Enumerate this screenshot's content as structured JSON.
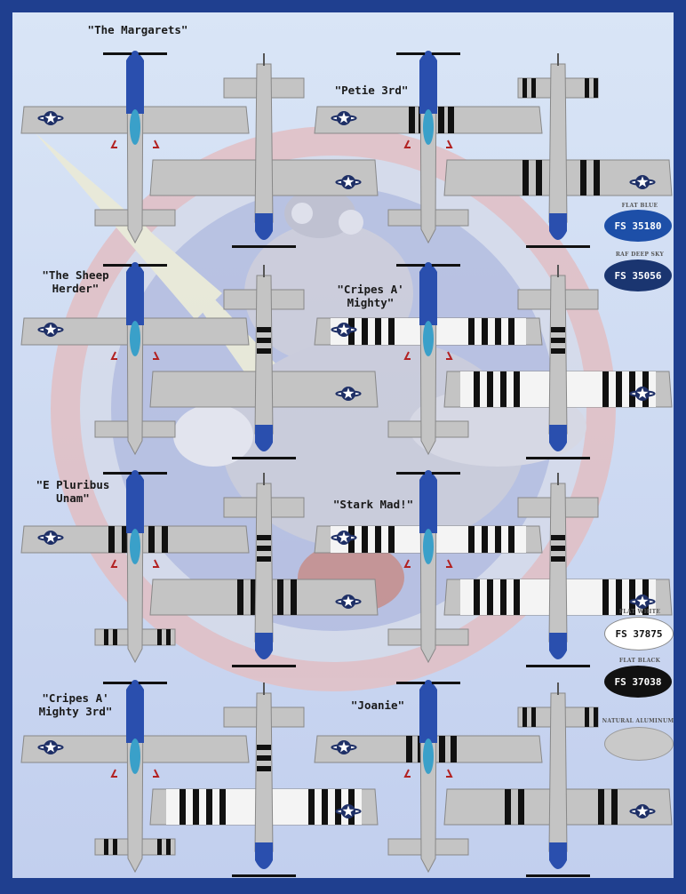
{
  "markings": [
    {
      "id": "m1",
      "title": "\"The Margarets\""
    },
    {
      "id": "m2",
      "title": "\"Petie 3rd\""
    },
    {
      "id": "m3",
      "title": "\"The Sheep\nHerder\""
    },
    {
      "id": "m4",
      "title": "\"Cripes A'\nMighty\""
    },
    {
      "id": "m5",
      "title": "\"E Pluribus\nUnam\""
    },
    {
      "id": "m6",
      "title": "\"Stark Mad!\""
    },
    {
      "id": "m7",
      "title": "\"Cripes A'\nMighty 3rd\""
    },
    {
      "id": "m8",
      "title": "\"Joanie\""
    }
  ],
  "colors": [
    {
      "label": "FLAT BLUE",
      "code": "FS 35180",
      "fill": "#1d4fa8",
      "text": "#ffffff"
    },
    {
      "label": "RAF DEEP SKY",
      "code": "FS 35056",
      "fill": "#1a3570",
      "text": "#ffffff"
    },
    {
      "label": "FLAT WHITE",
      "code": "FS 37875",
      "fill": "#ffffff",
      "text": "#111111"
    },
    {
      "label": "FLAT BLACK",
      "code": "FS 37038",
      "fill": "#111111",
      "text": "#ffffff"
    },
    {
      "label": "NATURAL ALUMINUM",
      "code": "",
      "fill": "#c9c9c9",
      "text": "#111111"
    }
  ],
  "theme": {
    "border": "#1f3f8f",
    "nose_blue": "#2a4fae",
    "canopy": "#3aa0c9",
    "aircraft_gray": "#c4c4c4",
    "roundel_blue": "#1e2f66",
    "insignia_red": "#b22222"
  }
}
